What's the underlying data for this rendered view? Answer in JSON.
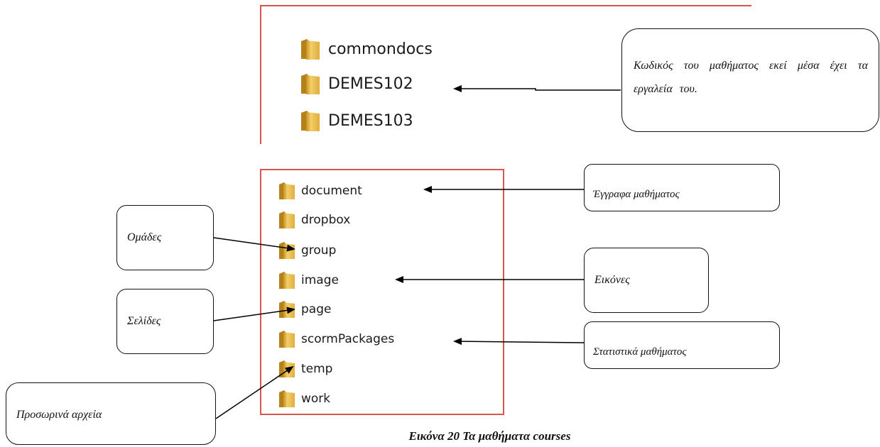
{
  "top_panel": {
    "folders": [
      "commondocs",
      "DEMES102",
      "DEMES103"
    ]
  },
  "bottom_panel": {
    "folders": [
      "document",
      "dropbox",
      "group",
      "image",
      "page",
      "scormPackages",
      "temp",
      "work"
    ]
  },
  "callouts": {
    "course_code": "Κωδικός του μαθήματος εκεί μέσα έχει τα εργαλεία του.",
    "documents": "Έγγραφα μαθήματος",
    "groups": "Ομάδες",
    "images": "Εικόνες",
    "pages": "Σελίδες",
    "statistics": "Στατιστικά μαθήματος",
    "temp_files": "Προσωρινά αρχεία"
  },
  "caption": "Εικόνα 20 Τα μαθήματα courses",
  "colors": {
    "panel_border": "#d9534f",
    "folder_fill": "#e8b84a",
    "folder_dark": "#c48a1c"
  },
  "icons": {
    "folder": "folder-icon"
  }
}
